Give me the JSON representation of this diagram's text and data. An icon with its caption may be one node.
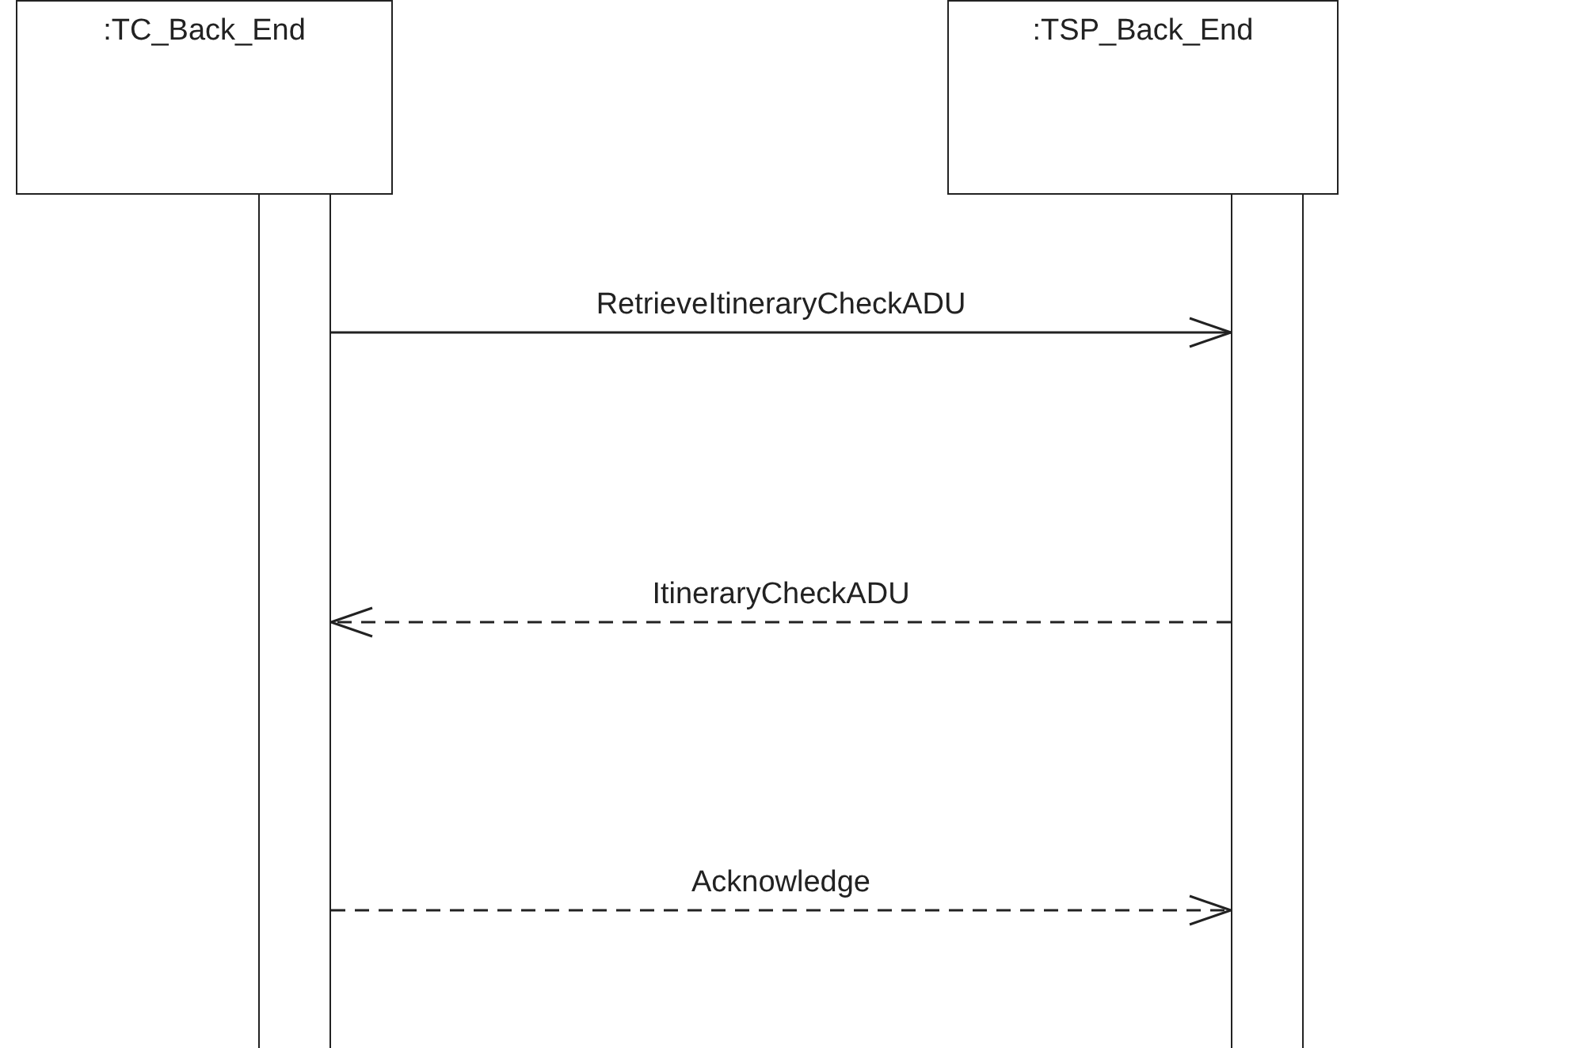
{
  "diagram": {
    "nodes": [
      {
        "text": [
          ":TC_Back_End"
        ]
      },
      {
        "text": [
          ":TSP_Back_End"
        ]
      },
      {
        "text": [],
        "shape": "bar"
      },
      {
        "text": [],
        "shape": "bar"
      }
    ],
    "edges": [
      {
        "from": 2,
        "to": 3,
        "arrow": "to",
        "label": "RetrieveItineraryCheckADU"
      },
      {
        "from": 3,
        "to": 2,
        "arrow": "to",
        "label": "ItineraryCheckADU",
        "style": "dashed"
      },
      {
        "from": 2,
        "to": 3,
        "arrow": "to",
        "label": "Acknowledge",
        "style": "dashed"
      }
    ]
  }
}
